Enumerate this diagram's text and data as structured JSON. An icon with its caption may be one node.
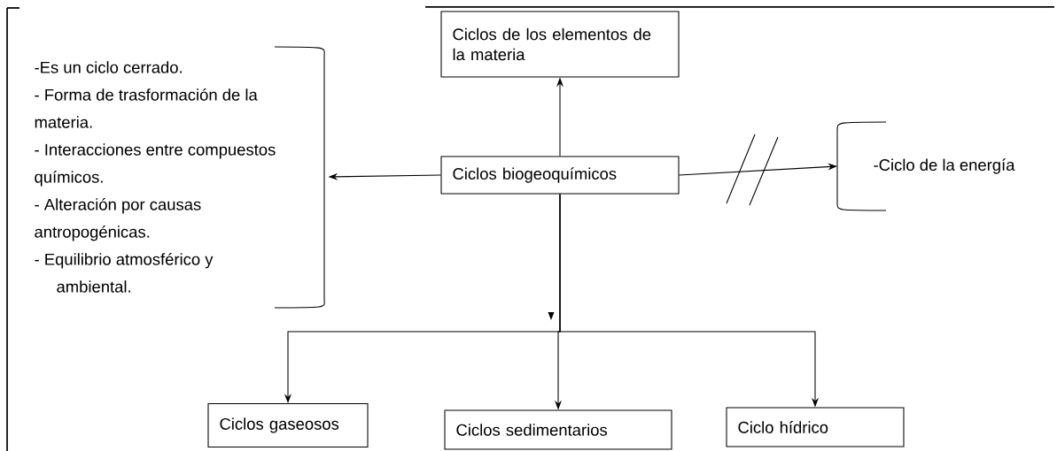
{
  "diagram": {
    "nodes": [
      {
        "text": [
          "Ciclos de los elementos de la materia"
        ]
      },
      {
        "text": [
          "Ciclos biogeoquímicos"
        ]
      },
      {
        "text": [
          "-Es un ciclo cerrado.",
          "- Forma de trasformación de la materia.",
          "- Interacciones entre compuestos químicos.",
          "- Alteración por causas antropogénicas.",
          "- Equilibrio atmosférico y ambiental."
        ]
      },
      {
        "text": [
          "-Ciclo de la energía"
        ]
      },
      {
        "text": [
          "Ciclos gaseosos"
        ]
      },
      {
        "text": [
          "Ciclos sedimentarios"
        ]
      },
      {
        "text": [
          "Ciclo hídrico"
        ]
      }
    ],
    "edges": [
      {
        "from": 1,
        "to": 0,
        "arrow": "to"
      },
      {
        "from": 1,
        "to": 2,
        "arrow": "to"
      },
      {
        "from": 1,
        "to": 3,
        "arrow": "to"
      },
      {
        "from": 1,
        "to": 4,
        "arrow": "to"
      },
      {
        "from": 1,
        "to": 5,
        "arrow": "to"
      },
      {
        "from": 1,
        "to": 6,
        "arrow": "to"
      }
    ]
  }
}
